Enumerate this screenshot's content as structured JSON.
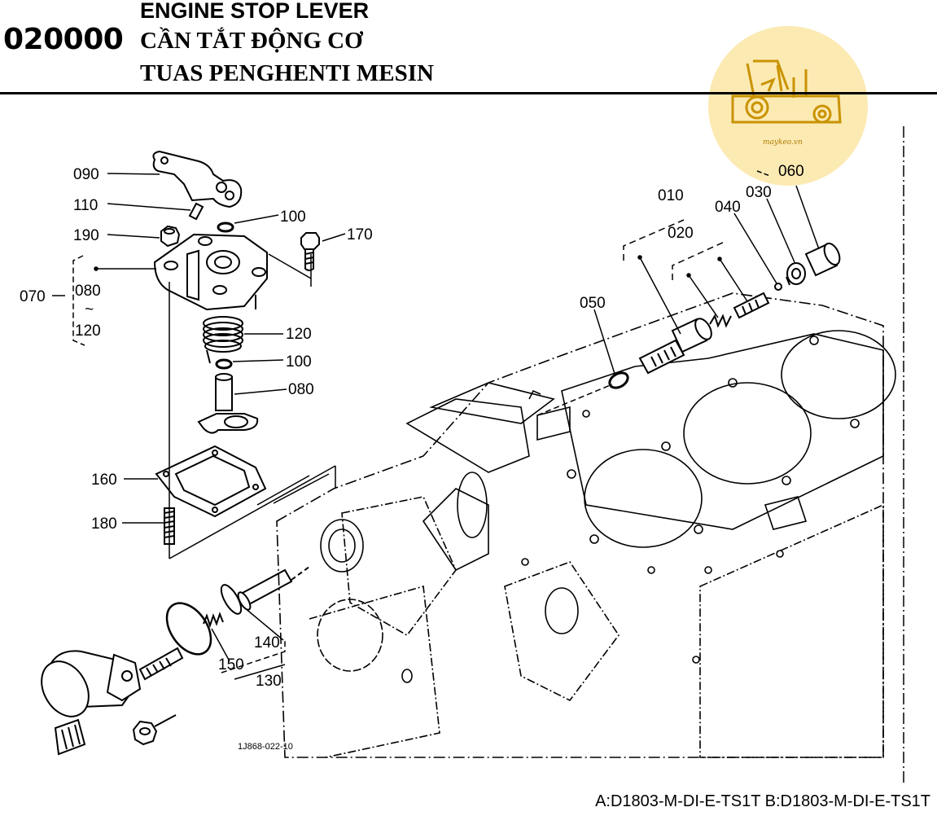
{
  "header": {
    "section_number": "020000",
    "title_en": "ENGINE STOP LEVER",
    "title_vi": "CẦN TẮT ĐỘNG CƠ",
    "title_id": "TUAS PENGHENTI MESIN"
  },
  "watermark": {
    "text": "maykeo.vn"
  },
  "labels": {
    "p010": "010",
    "p020": "020",
    "p030": "030",
    "p040": "040",
    "p050": "050",
    "p060": "060",
    "p070": "070",
    "p080": "080",
    "p090": "090",
    "p100": "100",
    "p110": "110",
    "p120": "120",
    "p130": "130",
    "p140": "140",
    "p150": "150",
    "p160": "160",
    "p170": "170",
    "p180": "180",
    "p190": "190",
    "range_tilde": "~"
  },
  "drawing_code": "1J868-022-10",
  "footer": {
    "model_codes": "A:D1803-M-DI-E-TS1T B:D1803-M-DI-E-TS1T"
  }
}
